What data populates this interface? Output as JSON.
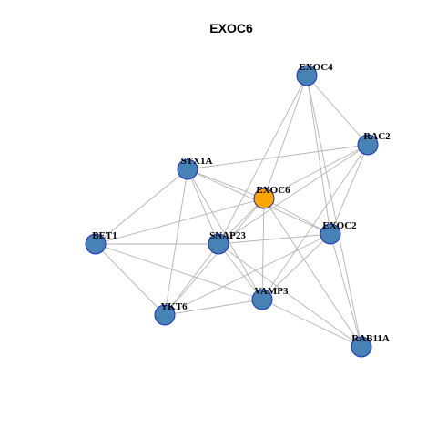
{
  "title": "EXOC6",
  "colors": {
    "node_fill": "#4682b4",
    "focus_fill": "#ffa500",
    "node_border": "#1a2fc4",
    "edge": "#b3b3b3"
  },
  "network": {
    "focus": "EXOC6",
    "nodes": [
      {
        "id": "EXOC4",
        "label": "EXOC4"
      },
      {
        "id": "RAC2",
        "label": "RAC2"
      },
      {
        "id": "STX1A",
        "label": "STX1A"
      },
      {
        "id": "EXOC6",
        "label": "EXOC6"
      },
      {
        "id": "EXOC2",
        "label": "EXOC2"
      },
      {
        "id": "BET1",
        "label": "BET1"
      },
      {
        "id": "SNAP23",
        "label": "SNAP23"
      },
      {
        "id": "VAMP3",
        "label": "VAMP3"
      },
      {
        "id": "YKT6",
        "label": "YKT6"
      },
      {
        "id": "RAB11A",
        "label": "RAB11A"
      }
    ],
    "edges": [
      [
        "EXOC4",
        "RAC2"
      ],
      [
        "EXOC4",
        "EXOC6"
      ],
      [
        "EXOC4",
        "SNAP23"
      ],
      [
        "EXOC4",
        "EXOC2"
      ],
      [
        "EXOC4",
        "RAB11A"
      ],
      [
        "RAC2",
        "STX1A"
      ],
      [
        "RAC2",
        "EXOC6"
      ],
      [
        "RAC2",
        "SNAP23"
      ],
      [
        "RAC2",
        "EXOC2"
      ],
      [
        "RAC2",
        "VAMP3"
      ],
      [
        "STX1A",
        "EXOC6"
      ],
      [
        "STX1A",
        "EXOC2"
      ],
      [
        "STX1A",
        "BET1"
      ],
      [
        "STX1A",
        "SNAP23"
      ],
      [
        "STX1A",
        "YKT6"
      ],
      [
        "STX1A",
        "VAMP3"
      ],
      [
        "EXOC6",
        "BET1"
      ],
      [
        "EXOC6",
        "SNAP23"
      ],
      [
        "EXOC6",
        "EXOC2"
      ],
      [
        "EXOC6",
        "VAMP3"
      ],
      [
        "EXOC6",
        "YKT6"
      ],
      [
        "EXOC6",
        "RAB11A"
      ],
      [
        "EXOC2",
        "SNAP23"
      ],
      [
        "EXOC2",
        "VAMP3"
      ],
      [
        "EXOC2",
        "YKT6"
      ],
      [
        "EXOC2",
        "RAB11A"
      ],
      [
        "BET1",
        "SNAP23"
      ],
      [
        "BET1",
        "YKT6"
      ],
      [
        "BET1",
        "VAMP3"
      ],
      [
        "SNAP23",
        "YKT6"
      ],
      [
        "SNAP23",
        "VAMP3"
      ],
      [
        "SNAP23",
        "RAB11A"
      ],
      [
        "VAMP3",
        "YKT6"
      ],
      [
        "VAMP3",
        "RAB11A"
      ]
    ]
  }
}
